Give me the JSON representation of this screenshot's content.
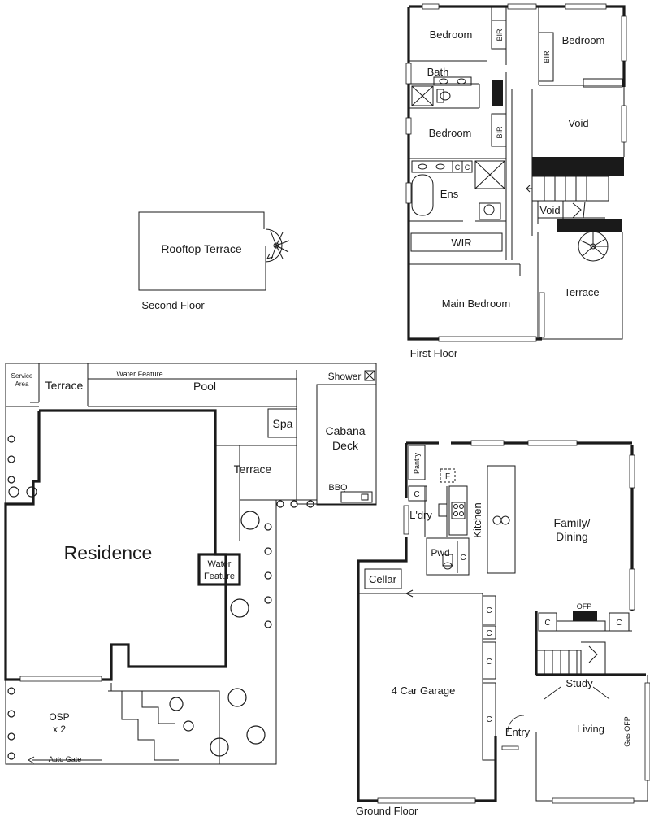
{
  "floors": {
    "second": {
      "caption": "Second Floor",
      "rooms": {
        "rooftop_terrace": "Rooftop Terrace"
      }
    },
    "first": {
      "caption": "First Floor",
      "rooms": {
        "bedroom_1": "Bedroom",
        "bedroom_2": "Bedroom",
        "bedroom_3": "Bedroom",
        "bir_1": "BIR",
        "bir_2": "BIR",
        "bir_3": "BIR",
        "bath": "Bath",
        "void_1": "Void",
        "void_2": "Void",
        "ens": "Ens",
        "wir": "WIR",
        "main_bedroom": "Main Bedroom",
        "terrace": "Terrace",
        "c1": "C",
        "c2": "C"
      }
    },
    "site": {
      "rooms": {
        "service_area_1": "Service",
        "service_area_2": "Area",
        "terrace_1": "Terrace",
        "water_feature_top": "Water Feature",
        "pool": "Pool",
        "shower": "Shower",
        "spa": "Spa",
        "cabana_deck_1": "Cabana",
        "cabana_deck_2": "Deck",
        "terrace_2": "Terrace",
        "bbq": "BBQ",
        "residence": "Residence",
        "water_feature_1": "Water",
        "water_feature_2": "Feature",
        "osp_1": "OSP",
        "osp_2": "x 2",
        "auto_gate": "Auto Gate"
      }
    },
    "ground": {
      "caption": "Ground Floor",
      "rooms": {
        "pantry": "Pantry",
        "f": "F",
        "c_lndry": "C",
        "ldry": "L'dry",
        "kitchen": "Kitchen",
        "family_1": "Family/",
        "family_2": "Dining",
        "pwd": "Pwd",
        "c_pwd": "C",
        "cellar": "Cellar",
        "garage": "4 Car Garage",
        "c_g1": "C",
        "c_g2": "C",
        "c_g3": "C",
        "c_g4": "C",
        "ofp": "OFP",
        "c_ofp1": "C",
        "c_ofp2": "C",
        "study": "Study",
        "entry": "Entry",
        "living": "Living",
        "gas_ofp": "Gas OFP"
      }
    }
  }
}
